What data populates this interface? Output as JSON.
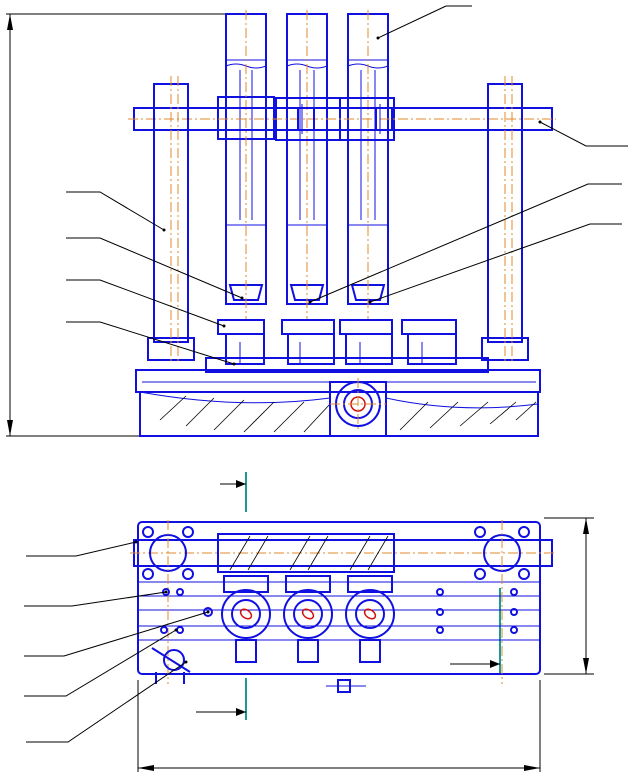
{
  "drawing": {
    "title": "",
    "colors": {
      "outline": "#1010e0",
      "centerline": "#e08a2a",
      "leader": "#000000",
      "section_marker": "#1a9a9a",
      "feature": "#d01010"
    },
    "views": [
      {
        "name": "front-view",
        "leader_count": 7
      },
      {
        "name": "top-view",
        "leader_count": 5
      }
    ]
  }
}
